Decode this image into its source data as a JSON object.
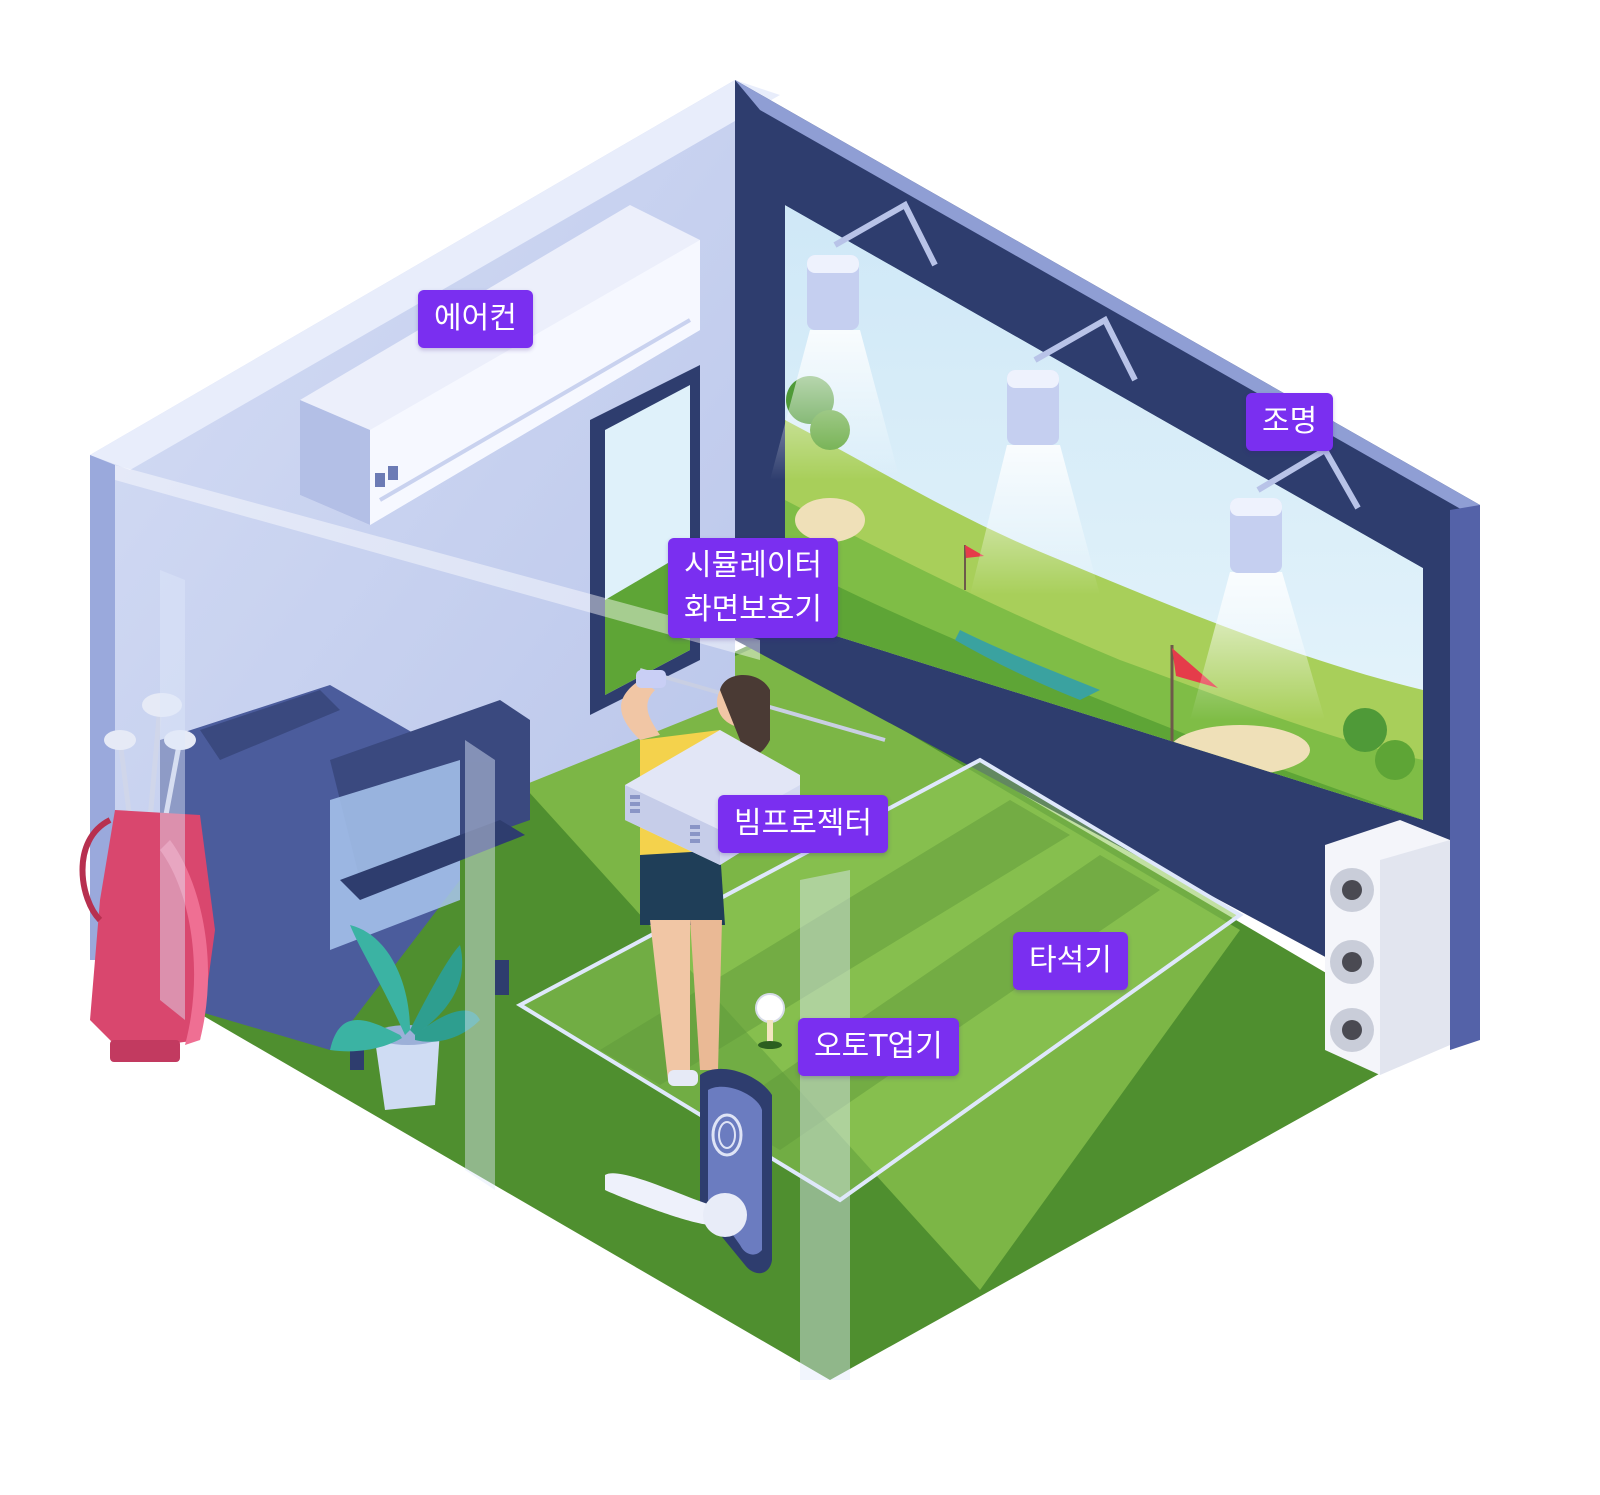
{
  "labels": {
    "aircon": "에어컨",
    "lighting": "조명",
    "screen_line1": "시뮬레이터",
    "screen_line2": "화면보호기",
    "projector": "빔프로젝터",
    "hitting_mat": "타석기",
    "auto_tee": "오토T업기"
  },
  "colors": {
    "label_bg": "#7a2ff0",
    "label_text": "#ffffff",
    "wall_light": "#c3cdee",
    "frame_dark": "#2e3d6e",
    "floor_green": "#5a9c35",
    "golf_bag": "#d9476e"
  }
}
